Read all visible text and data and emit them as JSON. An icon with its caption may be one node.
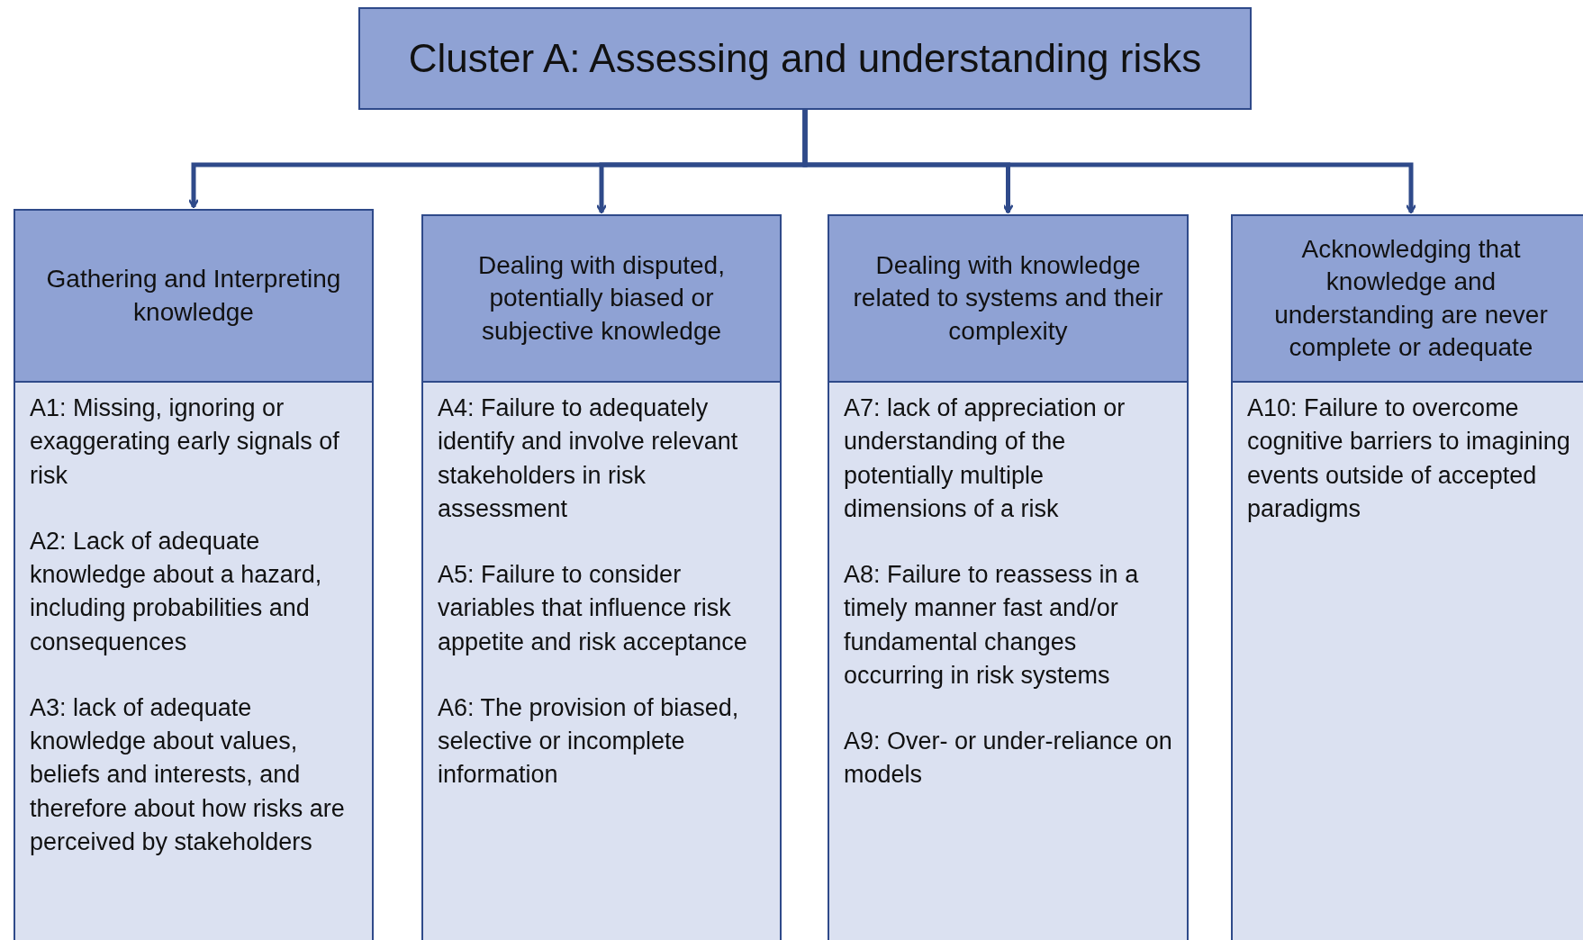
{
  "diagram": {
    "nodes": [
      {
        "text": [
          "Cluster A: Assessing and understanding risks"
        ]
      },
      {
        "text": [
          "Gathering and Interpreting knowledge"
        ]
      },
      {
        "text": [
          "A1: Missing, ignoring or exaggerating early signals of risk",
          "A2: Lack of adequate knowledge about a hazard, including probabilities and consequences",
          "A3: lack of adequate knowledge about values, beliefs and interests, and therefore about how risks are perceived by stakeholders"
        ]
      },
      {
        "text": [
          "Dealing with disputed, potentially biased or subjective knowledge"
        ]
      },
      {
        "text": [
          "A4: Failure to adequately identify and involve relevant stakeholders in risk assessment",
          "A5: Failure to consider variables that influence risk appetite and risk acceptance",
          "A6: The provision of biased, selective or incomplete information"
        ]
      },
      {
        "text": [
          "Dealing with knowledge related to systems and their complexity"
        ]
      },
      {
        "text": [
          "A7: lack of appreciation or understanding of the potentially multiple dimensions of a risk",
          "A8: Failure to reassess in a timely manner fast and/or fundamental changes occurring in risk systems",
          "A9: Over- or under-reliance on models"
        ]
      },
      {
        "text": [
          "Acknowledging that knowledge and understanding are never complete or adequate"
        ]
      },
      {
        "text": [
          "A10: Failure to overcome cognitive barriers to imagining events outside of accepted paradigms"
        ]
      }
    ],
    "edges": [
      {
        "from": 0,
        "to": 1,
        "arrow": "to"
      },
      {
        "from": 0,
        "to": 3,
        "arrow": "to"
      },
      {
        "from": 0,
        "to": 5,
        "arrow": "to"
      },
      {
        "from": 0,
        "to": 7,
        "arrow": "to"
      }
    ]
  }
}
